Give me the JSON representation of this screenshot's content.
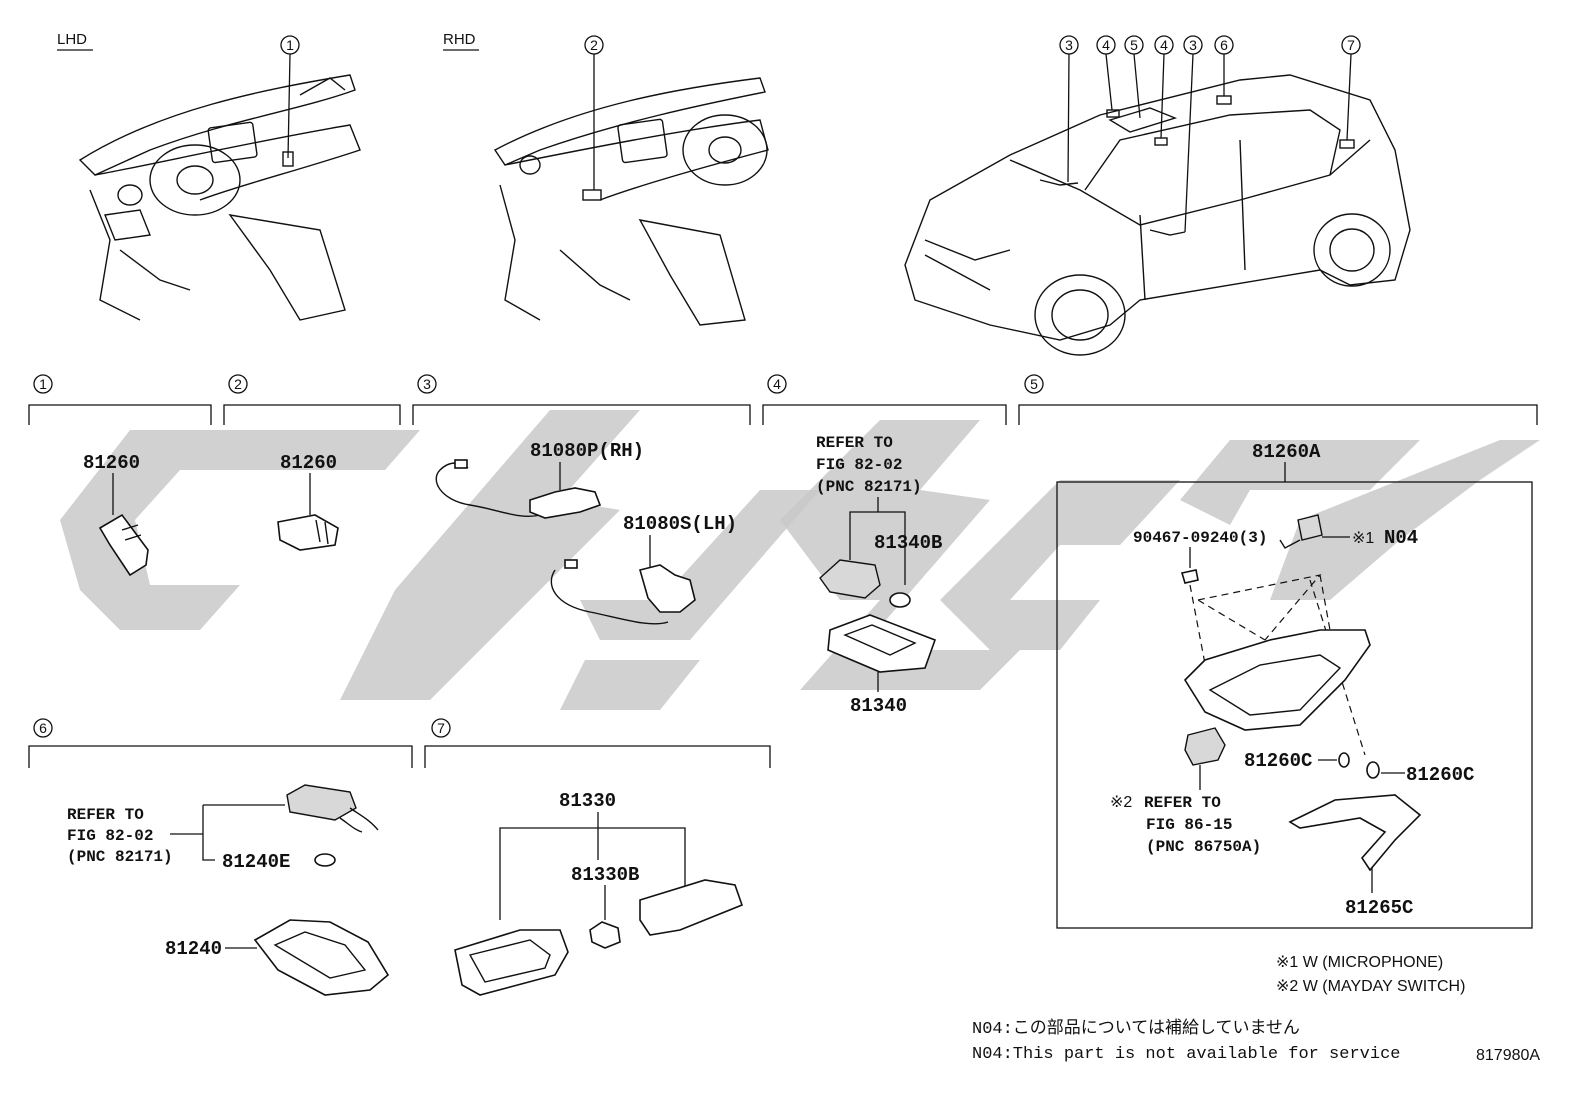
{
  "header": {
    "lhd": "LHD",
    "rhd": "RHD"
  },
  "callouts": [
    "1",
    "2",
    "3",
    "4",
    "5",
    "6",
    "7"
  ],
  "sections": {
    "s1": {
      "num": "1",
      "part": "81260"
    },
    "s2": {
      "num": "2",
      "part": "81260"
    },
    "s3": {
      "num": "3",
      "rh": "81080P(RH)",
      "lh": "81080S(LH)"
    },
    "s4": {
      "num": "4",
      "refer1": "REFER TO",
      "refer2": "FIG 82-02",
      "refer3": "(PNC 82171)",
      "sub": "81340B",
      "main": "81340"
    },
    "s5": {
      "num": "5",
      "main": "81260A",
      "screw": "90467-09240(3)",
      "mic_mark": "※1",
      "n04": "N04",
      "bulb1": "81260C",
      "bulb2": "81260C",
      "mayday_mark": "※2",
      "refer1": "REFER TO",
      "refer2": "FIG 86-15",
      "refer3": "(PNC 86750A)",
      "lens": "81265C"
    },
    "s6": {
      "num": "6",
      "refer1": "REFER TO",
      "refer2": "FIG 82-02",
      "refer3": "(PNC 82171)",
      "bulb": "81240E",
      "main": "81240"
    },
    "s7": {
      "num": "7",
      "main": "81330",
      "bulb": "81330B"
    }
  },
  "notes": {
    "w1": "※1 W (MICROPHONE)",
    "w2": "※2 W (MAYDAY SWITCH)",
    "n04_jp": "N04:この部品については補給していません",
    "n04_en": "N04:This part is not available for service",
    "fig_id": "817980A"
  }
}
